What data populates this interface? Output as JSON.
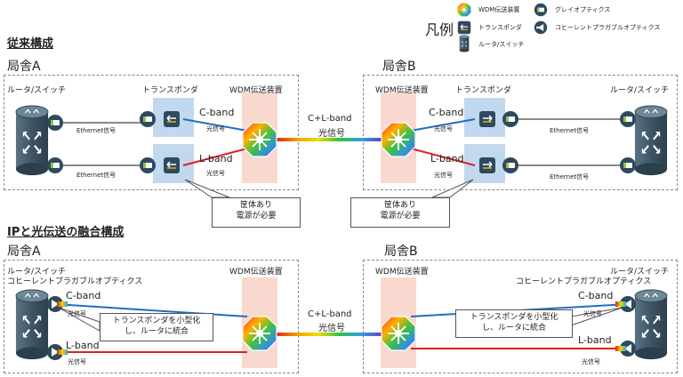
{
  "legend": {
    "title": "凡例",
    "items": [
      {
        "label": "WDM伝送装置",
        "icon": "wdm-icon"
      },
      {
        "label": "グレイオプティクス",
        "icon": "gray-optics-icon"
      },
      {
        "label": "トランスポンダ",
        "icon": "transponder-icon"
      },
      {
        "label": "コヒーレントプラガブルオプティクス",
        "icon": "coherent-pluggable-icon"
      },
      {
        "label": "ルータ/スイッチ",
        "icon": "router-switch-icon"
      }
    ]
  },
  "top": {
    "title": "従来構成",
    "site_a": "局舎A",
    "site_b": "局舎B",
    "router_a": "ルータ/スイッチ",
    "router_b": "ルータ/スイッチ",
    "transponder_a": "トランスポンダ",
    "transponder_b": "トランスポンダ",
    "wdm_a": "WDM伝送装置",
    "wdm_b": "WDM伝送装置",
    "ethernet_1": "Ethernet信号",
    "ethernet_2": "Ethernet信号",
    "ethernet_3": "Ethernet信号",
    "ethernet_4": "Ethernet信号",
    "c_band_a": "C-band",
    "l_band_a": "L-band",
    "c_band_b": "C-band",
    "l_band_b": "L-band",
    "optical_1": "光信号",
    "optical_2": "光信号",
    "optical_3": "光信号",
    "optical_4": "光信号",
    "trunk_band": "C+L-band",
    "trunk_signal": "光信号",
    "callout_a_line1": "筐体あり",
    "callout_a_line2": "電源が必要",
    "callout_b_line1": "筐体あり",
    "callout_b_line2": "電源が必要"
  },
  "bottom": {
    "title": "IPと光伝送の融合構成",
    "site_a": "局舎A",
    "site_b": "局舎B",
    "router_a_line1": "ルータ/スイッチ",
    "router_a_line2": "コヒーレントプラガブルオプティクス",
    "router_b_line1": "ルータ/スイッチ",
    "router_b_line2": "コヒーレントプラガブルオプティクス",
    "wdm_a": "WDM伝送装置",
    "wdm_b": "WDM伝送装置",
    "c_band_a": "C-band",
    "l_band_a": "L-band",
    "c_band_b": "C-band",
    "l_band_b": "L-band",
    "optical_1": "光信号",
    "optical_2": "光信号",
    "optical_3": "光信号",
    "optical_4": "光信号",
    "trunk_band": "C+L-band",
    "trunk_signal": "光信号",
    "callout_a_line1": "トランスポンダを小型化",
    "callout_a_line2": "し、ルータに統合",
    "callout_b_line1": "トランスポンダを小型化",
    "callout_b_line2": "し、ルータに統合"
  },
  "colors": {
    "c_band": "#1f6fc0",
    "l_band": "#e02020",
    "ethernet": "#888888",
    "router": "#3e5566",
    "wdm_bg": "#f9d9cf",
    "transponder_bg": "#c2d8ef"
  }
}
